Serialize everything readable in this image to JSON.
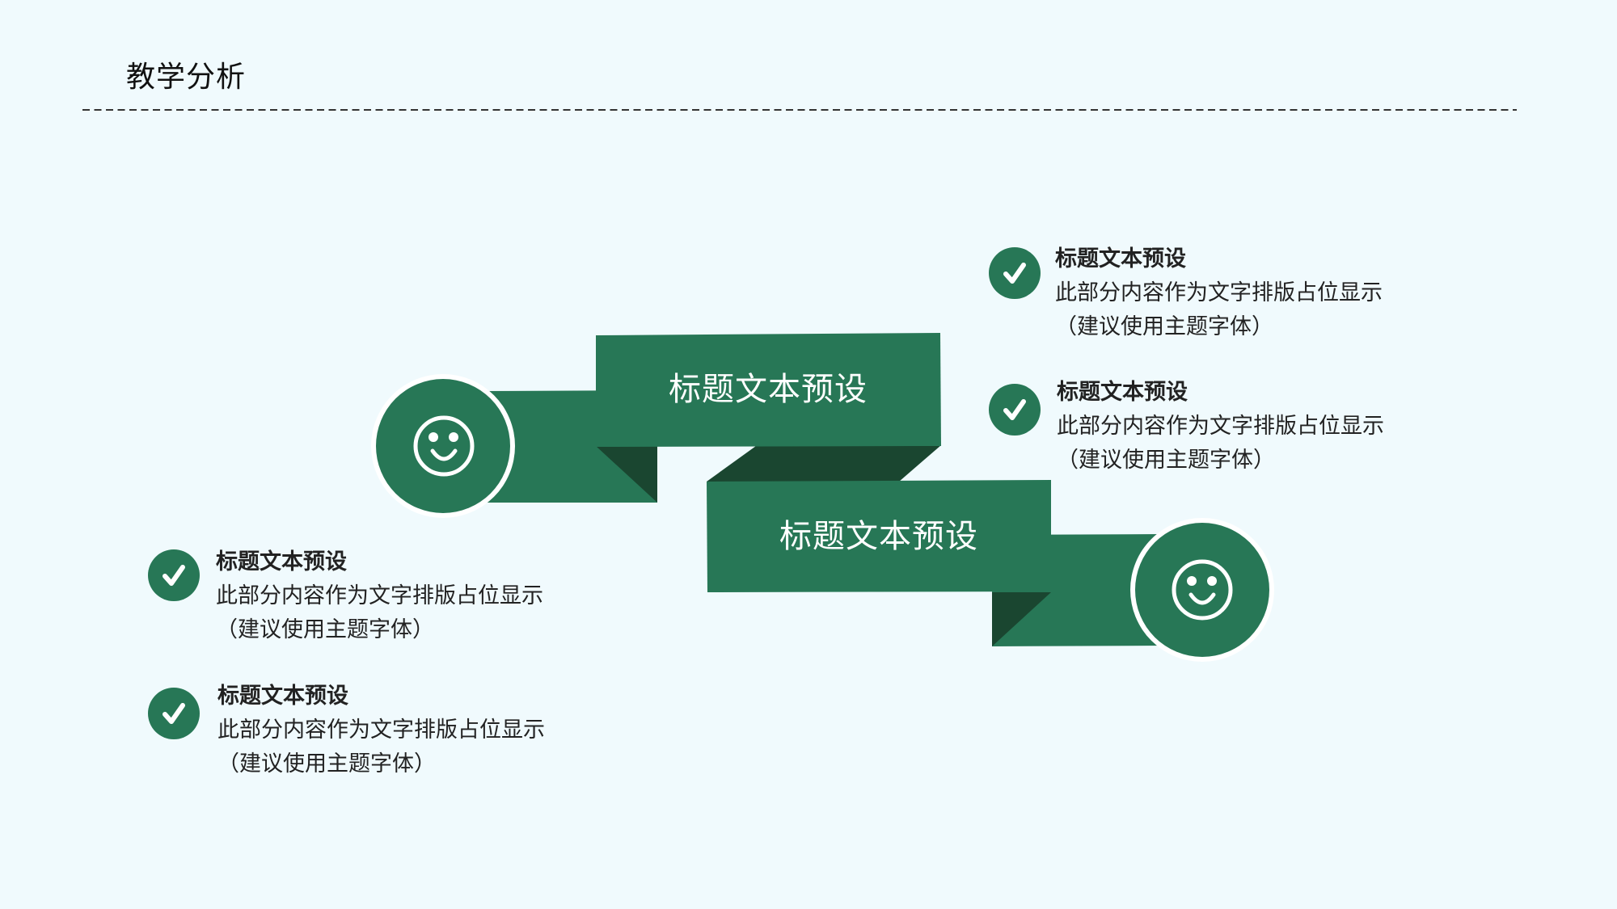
{
  "header": {
    "title": "教学分析"
  },
  "colors": {
    "background": "#f0fafd",
    "primary_green": "#277756",
    "dark_green": "#1a4630",
    "ring_white": "#ffffff",
    "text": "#222222"
  },
  "ribbon": {
    "banners": [
      {
        "label": "标题文本预设",
        "icon": "smiley-icon"
      },
      {
        "label": "标题文本预设",
        "icon": "smiley-icon"
      }
    ]
  },
  "items": {
    "right": [
      {
        "icon": "check-icon",
        "title": "标题文本预设",
        "line1": "此部分内容作为文字排版占位显示",
        "line2": "（建议使用主题字体）"
      },
      {
        "icon": "check-icon",
        "title": "标题文本预设",
        "line1": "此部分内容作为文字排版占位显示",
        "line2": "（建议使用主题字体）"
      }
    ],
    "left": [
      {
        "icon": "check-icon",
        "title": "标题文本预设",
        "line1": "此部分内容作为文字排版占位显示",
        "line2": "（建议使用主题字体）"
      },
      {
        "icon": "check-icon",
        "title": "标题文本预设",
        "line1": "此部分内容作为文字排版占位显示",
        "line2": "（建议使用主题字体）"
      }
    ]
  }
}
